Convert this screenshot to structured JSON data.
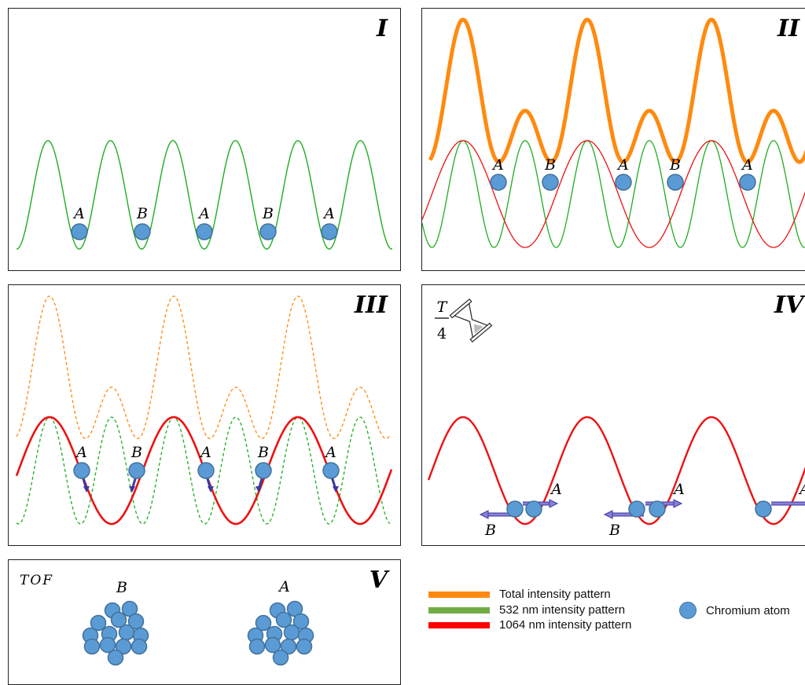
{
  "panels": {
    "I": {
      "label": "I",
      "atom_labels": [
        "A",
        "B",
        "A",
        "B",
        "A"
      ]
    },
    "II": {
      "label": "II",
      "atom_labels": [
        "A",
        "B",
        "A",
        "B",
        "A"
      ]
    },
    "III": {
      "label": "III",
      "atom_labels": [
        "A",
        "B",
        "A",
        "B",
        "A"
      ]
    },
    "IV": {
      "label": "IV",
      "time_num": "T",
      "time_den": "4",
      "atom_labels_A": [
        "A",
        "A",
        "A"
      ],
      "atom_labels_B": [
        "B",
        "B"
      ]
    },
    "V": {
      "label": "V",
      "tof": "TOF",
      "group_labels": [
        "B",
        "A"
      ]
    }
  },
  "legend": {
    "total": "Total intensity pattern",
    "green": "532 nm intensity pattern",
    "red": "1064 nm intensity pattern",
    "atom": "Chromium atom"
  },
  "colors": {
    "total": "#ff8a0f",
    "green": "#1fad1f",
    "red": "#ee1111",
    "atom_fill": "#5b9bd5",
    "atom_stroke": "#41719c",
    "arrow_fill": "#8a7fd8",
    "arrow_stroke": "#3a3aa0"
  }
}
